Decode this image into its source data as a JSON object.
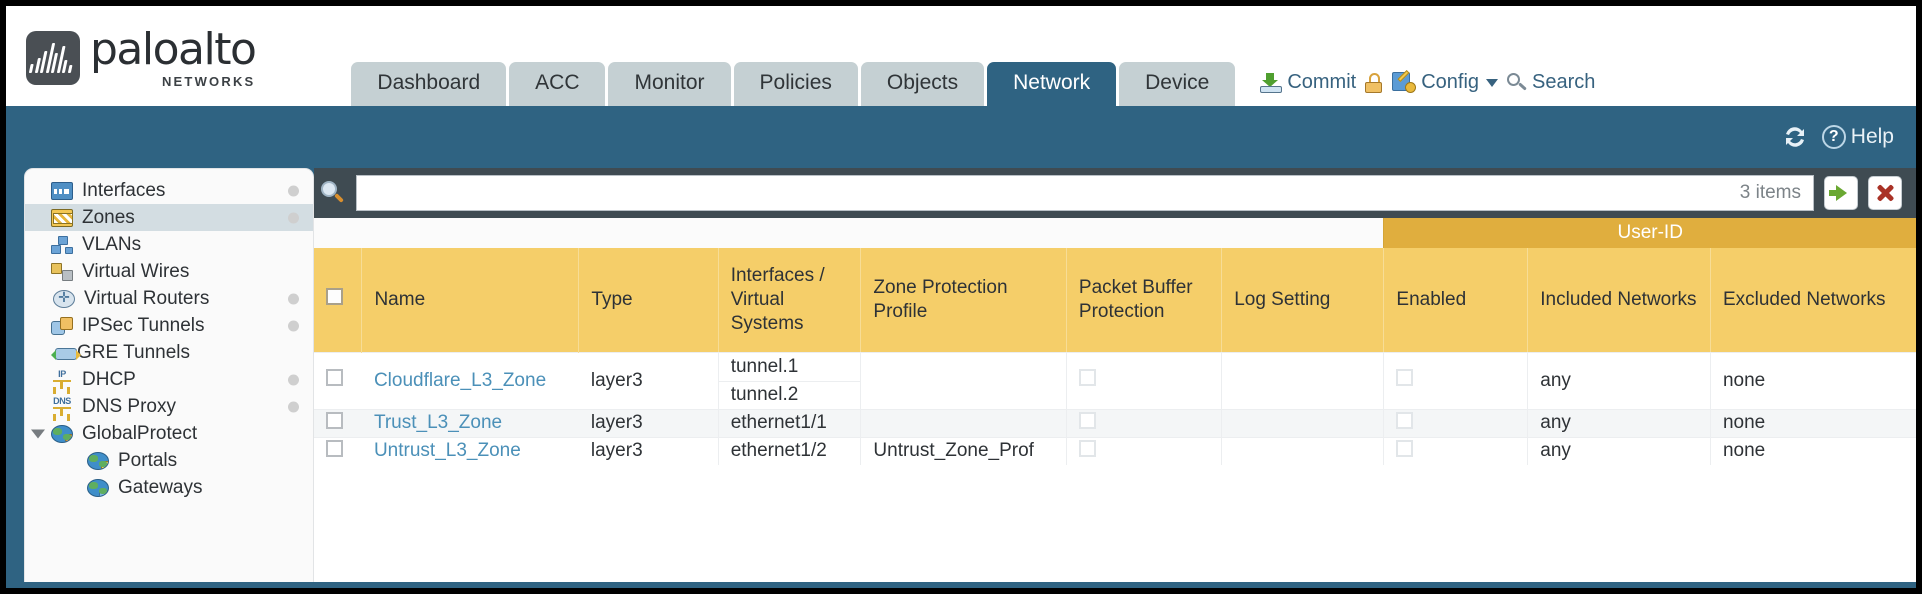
{
  "brand": {
    "name": "paloalto",
    "sub": "NETWORKS",
    "logo_icon": "paloalto-wave-logo"
  },
  "tabs": [
    {
      "label": "Dashboard",
      "active": false
    },
    {
      "label": "ACC",
      "active": false
    },
    {
      "label": "Monitor",
      "active": false
    },
    {
      "label": "Policies",
      "active": false
    },
    {
      "label": "Objects",
      "active": false
    },
    {
      "label": "Network",
      "active": true
    },
    {
      "label": "Device",
      "active": false
    }
  ],
  "header_actions": {
    "commit": "Commit",
    "commit_icon": "commit-tray-icon",
    "lock_icon": "unlock-icon",
    "config": "Config",
    "config_icon": "config-wrench-icon",
    "config_caret": "chevron-down-icon",
    "search": "Search",
    "search_icon": "search-magnifier-icon"
  },
  "utility_bar": {
    "refresh_icon": "refresh-icon",
    "help": "Help",
    "help_icon": "help-question-icon"
  },
  "sidebar": {
    "items": [
      {
        "label": "Interfaces",
        "icon": "interfaces-icon",
        "selected": false,
        "child": false,
        "dot": true,
        "expander": false
      },
      {
        "label": "Zones",
        "icon": "zones-icon",
        "selected": true,
        "child": false,
        "dot": true,
        "expander": false
      },
      {
        "label": "VLANs",
        "icon": "vlans-icon",
        "selected": false,
        "child": false,
        "dot": false,
        "expander": false
      },
      {
        "label": "Virtual Wires",
        "icon": "virtual-wires-icon",
        "selected": false,
        "child": false,
        "dot": false,
        "expander": false
      },
      {
        "label": "Virtual Routers",
        "icon": "virtual-routers-icon",
        "selected": false,
        "child": false,
        "dot": true,
        "expander": false
      },
      {
        "label": "IPSec Tunnels",
        "icon": "ipsec-tunnels-icon",
        "selected": false,
        "child": false,
        "dot": true,
        "expander": false
      },
      {
        "label": "GRE Tunnels",
        "icon": "gre-tunnels-icon",
        "selected": false,
        "child": false,
        "dot": false,
        "expander": false
      },
      {
        "label": "DHCP",
        "icon": "dhcp-icon",
        "selected": false,
        "child": false,
        "dot": true,
        "expander": false
      },
      {
        "label": "DNS Proxy",
        "icon": "dns-proxy-icon",
        "selected": false,
        "child": false,
        "dot": true,
        "expander": false
      },
      {
        "label": "GlobalProtect",
        "icon": "globalprotect-icon",
        "selected": false,
        "child": false,
        "dot": false,
        "expander": true
      },
      {
        "label": "Portals",
        "icon": "portals-icon",
        "selected": false,
        "child": true,
        "dot": false,
        "expander": false
      },
      {
        "label": "Gateways",
        "icon": "gateways-icon",
        "selected": false,
        "child": true,
        "dot": false,
        "expander": false
      }
    ]
  },
  "search": {
    "icon": "search-magnifier-icon",
    "value": "",
    "placeholder": "",
    "item_count": "3 items",
    "apply_icon": "green-arrow-apply-icon",
    "clear_icon": "red-x-clear-icon"
  },
  "table": {
    "group_header": {
      "userid": "User-ID"
    },
    "columns": [
      "Name",
      "Type",
      "Interfaces / Virtual Systems",
      "Zone Protection Profile",
      "Packet Buffer Protection",
      "Log Setting",
      "Enabled",
      "Included Networks",
      "Excluded Networks"
    ],
    "select_all_checkbox": false,
    "rows": [
      {
        "selected": false,
        "name": "Cloudflare_L3_Zone",
        "type": "layer3",
        "interfaces": [
          "tunnel.1",
          "tunnel.2"
        ],
        "zone_protection_profile": "",
        "packet_buffer_protection": false,
        "log_setting": "",
        "userid_enabled": false,
        "included_networks": "any",
        "excluded_networks": "none"
      },
      {
        "selected": false,
        "name": "Trust_L3_Zone",
        "type": "layer3",
        "interfaces": [
          "ethernet1/1"
        ],
        "zone_protection_profile": "",
        "packet_buffer_protection": false,
        "log_setting": "",
        "userid_enabled": false,
        "included_networks": "any",
        "excluded_networks": "none"
      },
      {
        "selected": false,
        "name": "Untrust_L3_Zone",
        "type": "layer3",
        "interfaces": [
          "ethernet1/2"
        ],
        "zone_protection_profile": "Untrust_Zone_Prof",
        "packet_buffer_protection": false,
        "log_setting": "",
        "userid_enabled": false,
        "included_networks": "any",
        "excluded_networks": "none"
      }
    ]
  },
  "colors": {
    "brand_blue": "#2f6382",
    "tab_inactive": "#c5d0d3",
    "table_header": "#f5ce69",
    "group_header": "#e0ae3e",
    "link": "#4b90b8",
    "content_bg": "#3f4b52"
  }
}
